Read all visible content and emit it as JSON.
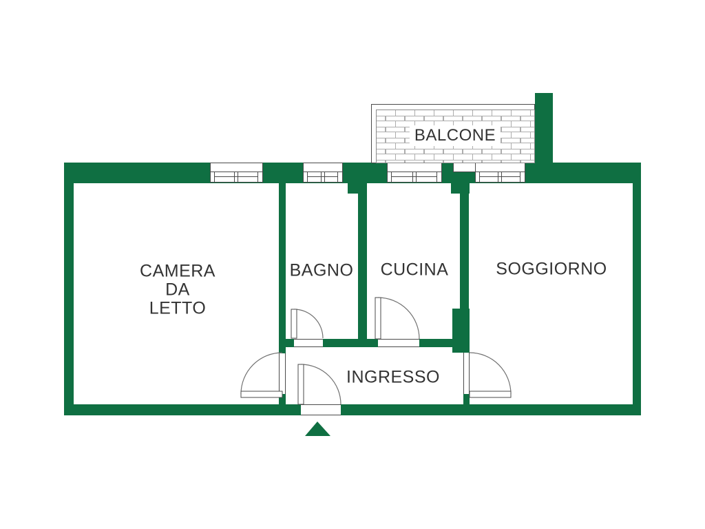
{
  "rooms": {
    "camera": {
      "label": "CAMERA DA LETTO",
      "lines": [
        "CAMERA",
        "DA",
        "LETTO"
      ]
    },
    "bagno": {
      "label": "BAGNO"
    },
    "cucina": {
      "label": "CUCINA"
    },
    "soggiorno": {
      "label": "SOGGIORNO"
    },
    "ingresso": {
      "label": "INGRESSO"
    },
    "balcone": {
      "label": "BALCONE"
    }
  },
  "icons": {
    "entrance_arrow": "up-triangle-icon"
  },
  "colors": {
    "wall_green": "#0f6f42",
    "outline": "#4a4a4a",
    "brick_line": "#adadad",
    "text": "#333333",
    "background": "#ffffff"
  }
}
